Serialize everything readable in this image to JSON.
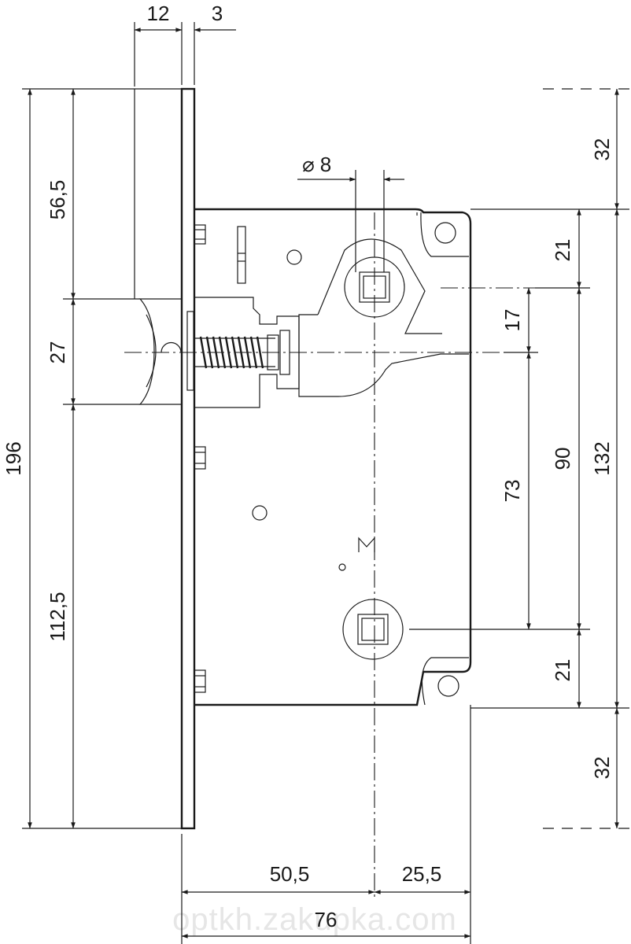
{
  "dimensions": {
    "top_12": "12",
    "top_3": "3",
    "d_56_5": "56,5",
    "d_27": "27",
    "d_196": "196",
    "d_112_5": "112,5",
    "dia_8": "8",
    "r_32_top": "32",
    "r_32_bottom": "32",
    "r_21_top": "21",
    "r_21_bottom": "21",
    "r_17": "17",
    "r_73": "73",
    "r_90": "90",
    "r_132": "132",
    "b_50_5": "50,5",
    "b_25_5": "25,5",
    "b_76": "76"
  },
  "diameter_symbol": "⌀",
  "watermark": "optkh.zakupka.com",
  "colors": {
    "line": "#1a1a1a",
    "background": "#ffffff",
    "watermark": "#e6e6e6"
  }
}
